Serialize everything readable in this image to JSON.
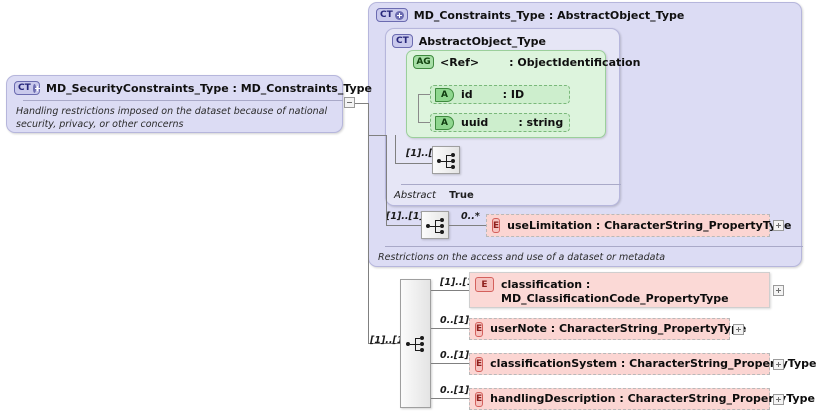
{
  "diagram": {
    "kind": "xsd-schema-documentation",
    "root_type": {
      "badge": "CT",
      "badge_icon": "complextype-expand-icon",
      "title": "MD_SecurityConstraints_Type : MD_Constraints_Type",
      "documentation": "Handling restrictions imposed on the dataset because of national security, privacy, or other concerns",
      "expander": "minus"
    },
    "base_type": {
      "badge": "CT",
      "badge_icon": "complextype-expand-icon",
      "title": "MD_Constraints_Type : AbstractObject_Type",
      "documentation": "Restrictions on the access and use of a dataset or metadata"
    },
    "abstract_type": {
      "badge": "CT",
      "title": "AbstractObject_Type",
      "properties": [
        {
          "key": "Abstract",
          "value": "True"
        }
      ]
    },
    "attribute_group": {
      "badge": "AG",
      "name": "<Ref>",
      "type": ": ObjectIdentification",
      "attributes": [
        {
          "badge": "A",
          "name": "id",
          "type": ": ID"
        },
        {
          "badge": "A",
          "name": "uuid",
          "type": ": string"
        }
      ]
    },
    "compositors": [
      {
        "name": "sequence-abstract",
        "icon": "sequence-icon",
        "cardinality": "[1]..[1]"
      },
      {
        "name": "sequence-base",
        "icon": "sequence-icon",
        "cardinality": "[1]..[1]"
      },
      {
        "name": "sequence-root",
        "icon": "sequence-icon",
        "cardinality": "[1]..[1]"
      }
    ],
    "base_elements": [
      {
        "badge": "E",
        "label": "useLimitation : CharacterString_PropertyType",
        "cardinality": "0..*",
        "required": false,
        "expander": "plus"
      }
    ],
    "root_elements": [
      {
        "badge": "E",
        "label": "classification : MD_ClassificationCode_PropertyType",
        "cardinality": "[1]..[1]",
        "required": true,
        "expander": "plus"
      },
      {
        "badge": "E",
        "label": "userNote : CharacterString_PropertyType",
        "cardinality": "0..[1]",
        "required": false,
        "expander": "plus"
      },
      {
        "badge": "E",
        "label": "classificationSystem : CharacterString_PropertyType",
        "cardinality": "0..[1]",
        "required": false,
        "expander": "plus"
      },
      {
        "badge": "E",
        "label": "handlingDescription : CharacterString_PropertyType",
        "cardinality": "0..[1]",
        "required": false,
        "expander": "plus"
      }
    ],
    "colors": {
      "complextype_fill": "#dcdcf4",
      "complextype_border": "#b6b6dc",
      "attributegroup_fill": "#ddf4dd",
      "attributegroup_border": "#9bcf9b",
      "element_fill": "#fbd5d2",
      "element_border": "#d4605c",
      "connector": "#808080",
      "canvas": "#ffffff"
    }
  }
}
